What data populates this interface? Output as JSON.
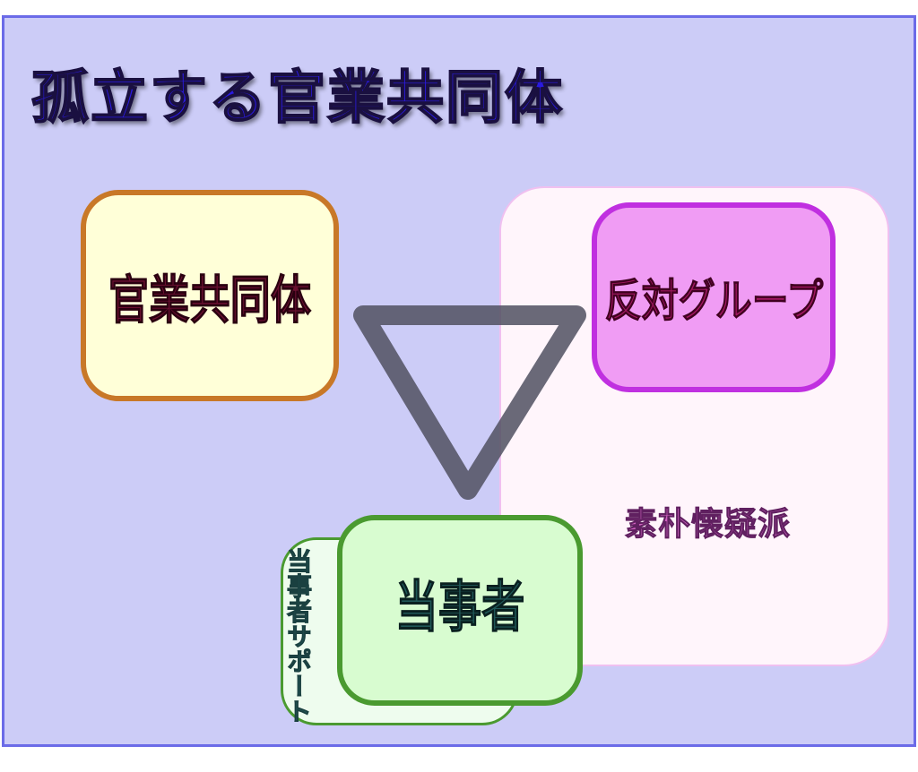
{
  "title": "孤立する官業共同体",
  "nodes": {
    "government_industry": "官業共同体",
    "opposition_group": "反対グループ",
    "naive_skeptics": "素朴懐疑派",
    "parties_concerned": "当事者",
    "parties_support": "当事者サポート"
  },
  "colors": {
    "background": "#ccccf7",
    "title": "#2a1ae0",
    "government_box": "#ffffd8",
    "opposition_box": "#f09cf4",
    "parties_box": "#d8fcd0",
    "triangle": "#505060"
  }
}
